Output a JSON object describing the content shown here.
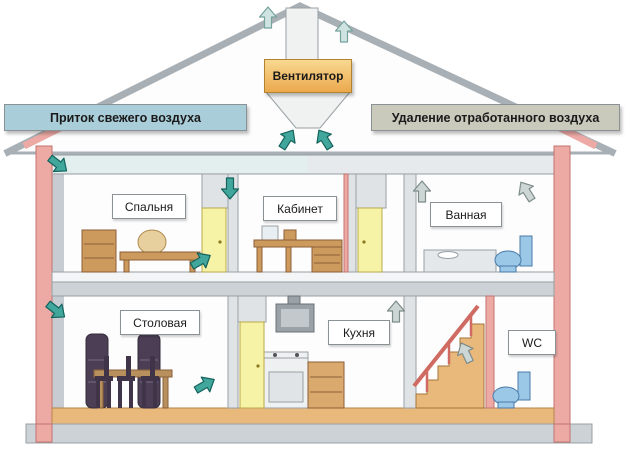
{
  "diagram": {
    "type": "house-ventilation-scheme",
    "banners": {
      "fresh_air": "Приток свежего воздуха",
      "exhaust_air": "Удаление отработанного воздуха",
      "ventilator": "Вентилятор"
    },
    "rooms": [
      {
        "id": "bedroom",
        "label": "Спальня",
        "floor": "upper"
      },
      {
        "id": "study",
        "label": "Кабинет",
        "floor": "upper"
      },
      {
        "id": "bathroom",
        "label": "Ванная",
        "floor": "upper"
      },
      {
        "id": "dining-room",
        "label": "Столовая",
        "floor": "ground"
      },
      {
        "id": "kitchen",
        "label": "Кухня",
        "floor": "ground"
      },
      {
        "id": "wc",
        "label": "WC",
        "floor": "ground"
      }
    ],
    "colors": {
      "fresh_air_banner": "#a9cdd9",
      "exhaust_air_banner": "#c9cabc",
      "ventilator_box": "#f0b760",
      "fresh_air_arrow": "#41a79d",
      "exhaust_air_arrow": "#ccd6d4",
      "structure_pink": "#eda9a4",
      "wood_floor": "#e9b97c",
      "door_yellow": "#f7f3a6",
      "fixture_blue": "#9cc8e8"
    }
  }
}
